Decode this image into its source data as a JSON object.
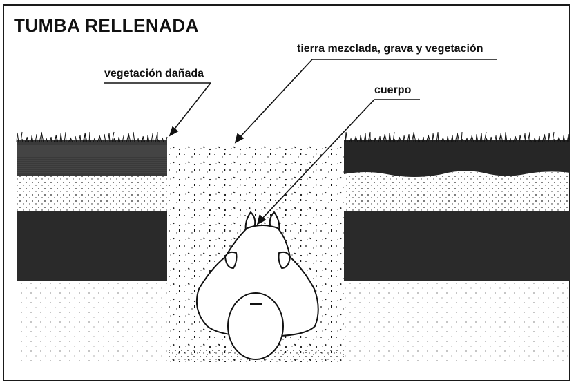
{
  "figure": {
    "title": "TUMBA RELLENADA"
  },
  "labels": {
    "damaged_vegetation": "vegetación dañada",
    "mixed_fill": "tierra mezclada, grava y vegetación",
    "body": "cuerpo"
  },
  "colors": {
    "ink": "#111111",
    "topsoil": "#3a3a3a",
    "dark_layer": "#2a2a2a",
    "background": "#ffffff"
  }
}
